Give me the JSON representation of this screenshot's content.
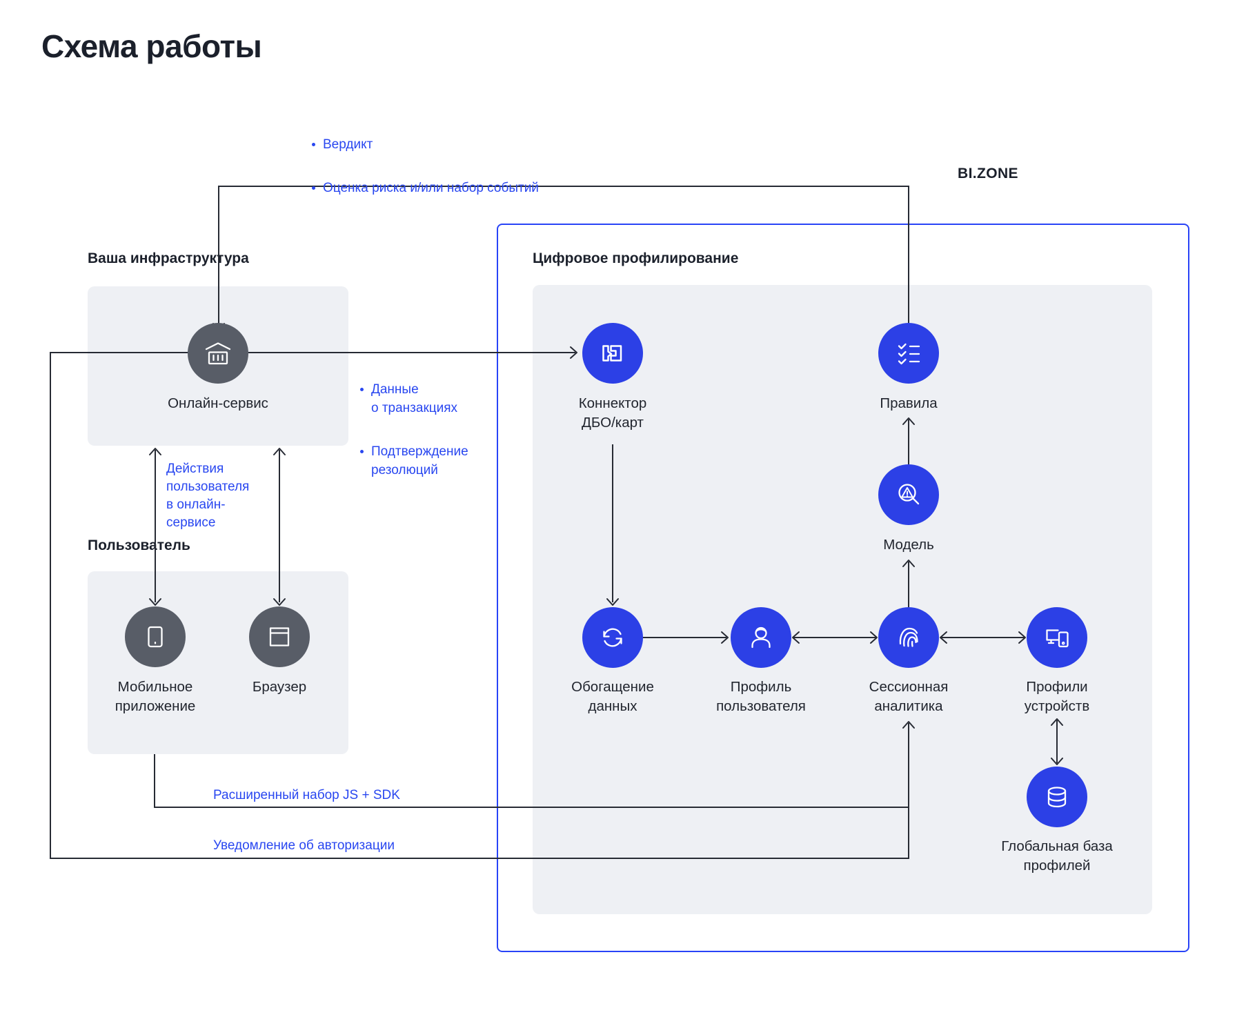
{
  "title": "Схема работы",
  "brand": "BI.ZONE",
  "sections": {
    "infrastructure": {
      "heading": "Ваша инфраструктура"
    },
    "user": {
      "heading": "Пользователь"
    },
    "profiling": {
      "heading": "Цифровое профилирование"
    }
  },
  "nodes": {
    "online_service": {
      "label": "Онлайн-сервис",
      "icon": "bank-icon"
    },
    "mobile_app": {
      "label": "Мобильное\nприложение",
      "icon": "smartphone-icon"
    },
    "browser": {
      "label": "Браузер",
      "icon": "browser-icon"
    },
    "connector": {
      "label": "Коннектор\nДБО/карт",
      "icon": "connector-logo-icon"
    },
    "rules": {
      "label": "Правила",
      "icon": "checklist-icon"
    },
    "model": {
      "label": "Модель",
      "icon": "magnifier-warning-icon"
    },
    "enrichment": {
      "label": "Обогащение\nданных",
      "icon": "sync-arrows-icon"
    },
    "user_profile": {
      "label": "Профиль\nпользователя",
      "icon": "person-icon"
    },
    "session_analytics": {
      "label": "Сессионная\nаналитика",
      "icon": "fingerprint-icon"
    },
    "device_profiles": {
      "label": "Профили\nустройств",
      "icon": "devices-icon"
    },
    "global_profile_db": {
      "label": "Глобальная база\nпрофилей",
      "icon": "database-icon"
    }
  },
  "annotations": {
    "verdict_bullets": [
      "Вердикт",
      "Оценка риска и/или набор событий"
    ],
    "transaction_bullets": [
      "Данные\nо транзакциях",
      "Подтверждение\nрезолюций"
    ],
    "user_actions": "Действия\nпользователя\nв онлайн-\nсервисе",
    "js_sdk": "Расширенный набор JS + SDK",
    "auth_notification": "Уведомление об авторизации"
  },
  "colors": {
    "accent_blue": "#2c40e6",
    "border_blue": "#2843f7",
    "annotation_blue": "#2947f0",
    "node_gray": "#585d67",
    "panel_gray": "#eef0f4",
    "line_dark": "#262a33",
    "text_dark": "#1b202b"
  }
}
